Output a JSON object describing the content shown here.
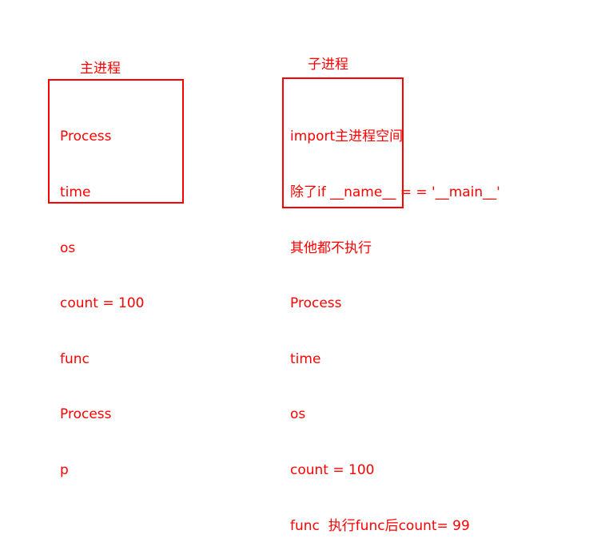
{
  "main_process": {
    "title": "主进程",
    "lines": [
      "Process",
      "time",
      "os",
      "count = 100",
      "func",
      "Process",
      "p"
    ]
  },
  "child_process": {
    "title": "子进程",
    "lines": [
      "import主进程空间",
      "除了if __name__ = = '__main__'",
      "其他都不执行",
      "Process",
      "time",
      "os",
      "count = 100",
      "func  执行func后count= 99"
    ]
  },
  "colors": {
    "text": "#ff0000",
    "box_border": "#ff0000",
    "background": "#ffffff"
  }
}
